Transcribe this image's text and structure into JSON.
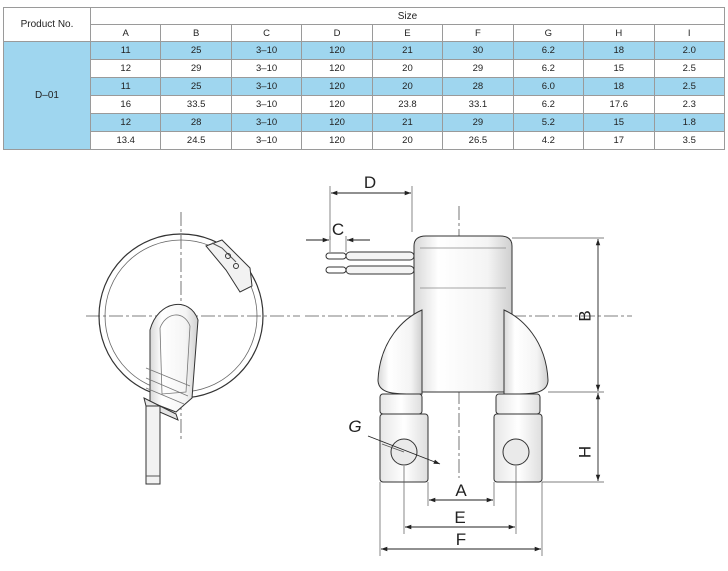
{
  "table": {
    "product_header": "Product No.",
    "size_header": "Size",
    "columns": [
      "A",
      "B",
      "C",
      "D",
      "E",
      "F",
      "G",
      "H",
      "I"
    ],
    "product": "D–01",
    "rows": [
      [
        "11",
        "25",
        "3–10",
        "120",
        "21",
        "30",
        "6.2",
        "18",
        "2.0"
      ],
      [
        "12",
        "29",
        "3–10",
        "120",
        "20",
        "29",
        "6.2",
        "15",
        "2.5"
      ],
      [
        "11",
        "25",
        "3–10",
        "120",
        "20",
        "28",
        "6.0",
        "18",
        "2.5"
      ],
      [
        "16",
        "33.5",
        "3–10",
        "120",
        "23.8",
        "33.1",
        "6.2",
        "17.6",
        "2.3"
      ],
      [
        "12",
        "28",
        "3–10",
        "120",
        "21",
        "29",
        "5.2",
        "15",
        "1.8"
      ],
      [
        "13.4",
        "24.5",
        "3–10",
        "120",
        "20",
        "26.5",
        "4.2",
        "17",
        "3.5"
      ]
    ],
    "row_colors": [
      "#9fd6ef",
      "#ffffff",
      "#9fd6ef",
      "#ffffff",
      "#9fd6ef",
      "#ffffff"
    ]
  },
  "drawing": {
    "labels": {
      "A": "A",
      "B": "B",
      "C": "C",
      "D": "D",
      "E": "E",
      "F": "F",
      "G": "G",
      "H": "H"
    },
    "line_color": "#333333",
    "accent_color": "#9fd6ef"
  }
}
